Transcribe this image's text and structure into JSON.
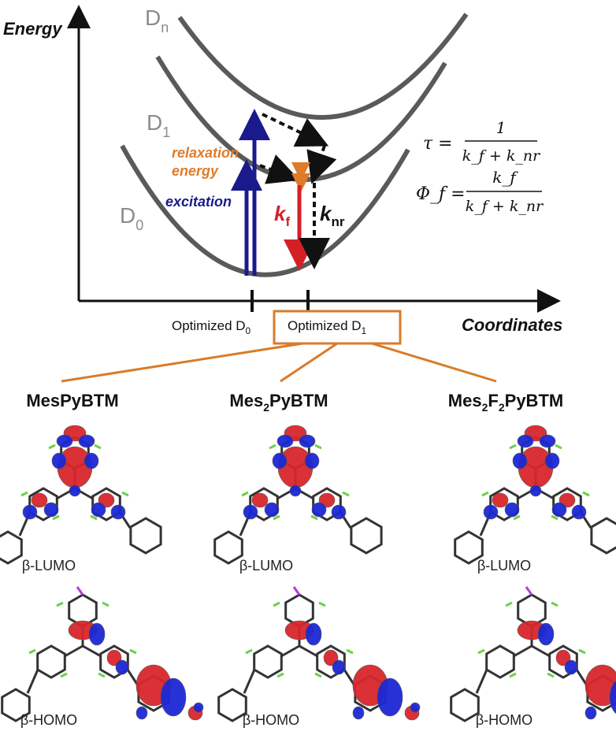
{
  "energy_diagram": {
    "y_axis_label": "Energy",
    "x_axis_label": "Coordinates",
    "curves": [
      {
        "name": "D",
        "sub": "n"
      },
      {
        "name": "D",
        "sub": "1"
      },
      {
        "name": "D",
        "sub": "0"
      }
    ],
    "relaxation_label_line1": "relaxation",
    "relaxation_label_line2": "energy",
    "excitation_label": "excitation",
    "kf": {
      "main": "k",
      "sub": "f"
    },
    "knr": {
      "main": "k",
      "sub": "nr"
    },
    "tick_labels": [
      {
        "main": "Optimized D",
        "sub": "0"
      },
      {
        "main": "Optimized D",
        "sub": "1"
      }
    ],
    "formulas": {
      "tau_lhs": "τ =",
      "tau_num": "1",
      "tau_den": "k_f + k_nr",
      "phi_lhs": "Φ_f =",
      "phi_num": "k_f",
      "phi_den": "k_f + k_nr"
    },
    "colors": {
      "curve": "#5a5a5a",
      "label_gray": "#8c8c8c",
      "excitation": "#1a1a8c",
      "relaxation": "#e07b2a",
      "kf": "#d51f26",
      "box": "#d97b2b"
    }
  },
  "molecules": [
    {
      "name_parts": [
        "MesPyBTM"
      ],
      "sub_parts": []
    },
    {
      "name_parts": [
        "Mes",
        "PyBTM"
      ],
      "sub_parts": [
        "2"
      ]
    },
    {
      "name_parts": [
        "Mes",
        "F",
        "PyBTM"
      ],
      "sub_parts": [
        "2",
        "2"
      ]
    }
  ],
  "orbital_labels": {
    "lumo": "β-LUMO",
    "homo": "β-HOMO"
  },
  "orbital_colors": {
    "positive": "#d7262b",
    "negative": "#1c28d4",
    "bond": "#333333",
    "halogen": "#6bd14a",
    "iodine": "#b43cd8"
  }
}
